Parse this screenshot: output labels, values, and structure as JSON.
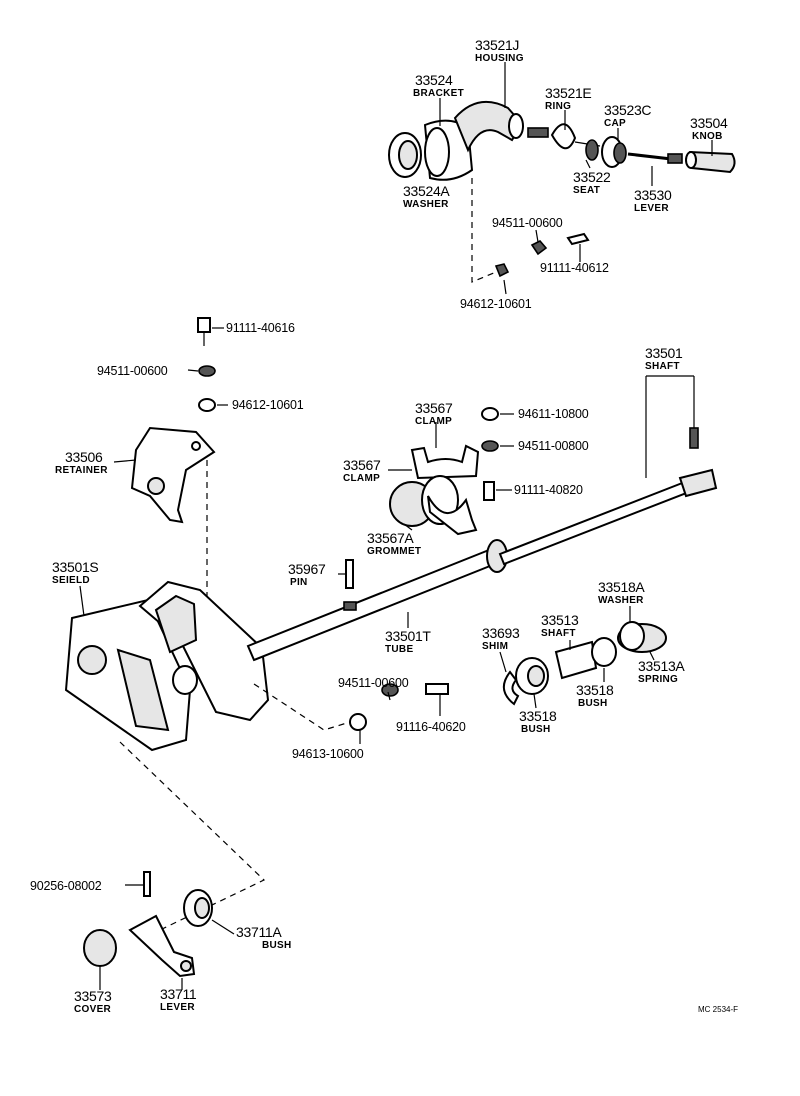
{
  "diagram_id": "MC 2534-F",
  "parts": {
    "housing": {
      "number": "33521J",
      "name": "HOUSING"
    },
    "bracket": {
      "number": "33524",
      "name": "BRACKET"
    },
    "ring": {
      "number": "33521E",
      "name": "RING"
    },
    "cap": {
      "number": "33523C",
      "name": "CAP"
    },
    "knob": {
      "number": "33504",
      "name": "KNOB"
    },
    "washer_top": {
      "number": "33524A",
      "name": "WASHER"
    },
    "seat": {
      "number": "33522",
      "name": "SEAT"
    },
    "lever_top": {
      "number": "33530",
      "name": "LEVER"
    },
    "washer_94511_top": {
      "number": "94511-00600"
    },
    "bolt_91111_40612": {
      "number": "91111-40612"
    },
    "nut_94612_top": {
      "number": "94612-10601"
    },
    "bolt_91111_40616": {
      "number": "91111-40616"
    },
    "washer_94511_left": {
      "number": "94511-00600"
    },
    "nut_94612_left": {
      "number": "94612-10601"
    },
    "shaft": {
      "number": "33501",
      "name": "SHAFT"
    },
    "clamp_upper": {
      "number": "33567",
      "name": "CLAMP"
    },
    "nut_94611": {
      "number": "94611-10800"
    },
    "washer_94511_800": {
      "number": "94511-00800"
    },
    "retainer": {
      "number": "33506",
      "name": "RETAINER"
    },
    "clamp_lower": {
      "number": "33567",
      "name": "CLAMP"
    },
    "bolt_91111_40820": {
      "number": "91111-40820"
    },
    "grommet": {
      "number": "33567A",
      "name": "GROMMET"
    },
    "shield": {
      "number": "33501S",
      "name": "SEIELD"
    },
    "pin": {
      "number": "35967",
      "name": "PIN"
    },
    "washer_spring": {
      "number": "33518A",
      "name": "WASHER"
    },
    "shaft_small": {
      "number": "33513",
      "name": "SHAFT"
    },
    "shim": {
      "number": "33693",
      "name": "SHIM"
    },
    "tube": {
      "number": "33501T",
      "name": "TUBE"
    },
    "spring": {
      "number": "33513A",
      "name": "SPRING"
    },
    "washer_94511_mid": {
      "number": "94511-00600"
    },
    "bush_right": {
      "number": "33518",
      "name": "BUSH"
    },
    "bush_left": {
      "number": "33518",
      "name": "BUSH"
    },
    "bolt_91116": {
      "number": "91116-40620"
    },
    "nut_94613": {
      "number": "94613-10600"
    },
    "pin_90256": {
      "number": "90256-08002"
    },
    "bush_bottom": {
      "number": "33711A",
      "name": "BUSH"
    },
    "cover": {
      "number": "33573",
      "name": "COVER"
    },
    "lever_bottom": {
      "number": "33711",
      "name": "LEVER"
    }
  }
}
